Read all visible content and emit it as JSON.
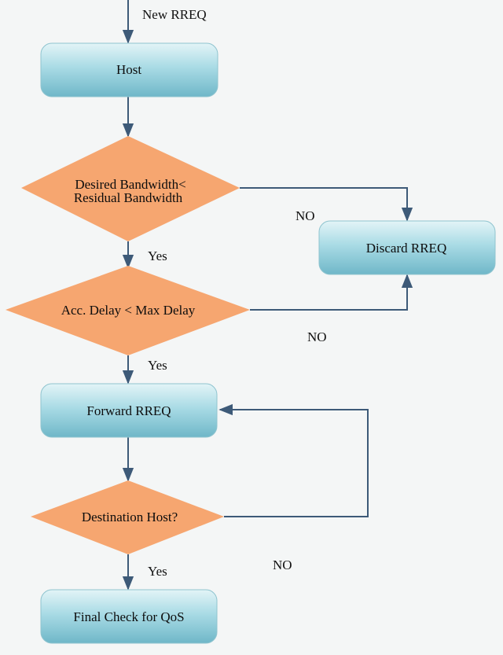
{
  "colors": {
    "process_fill_top": "#dff1f4",
    "process_fill_bottom": "#7fc3d2",
    "decision_fill": "#f6a670",
    "connector": "#3d5a78",
    "background": "#f4f6f6"
  },
  "entry_label": "New RREQ",
  "nodes": {
    "host": "Host",
    "decision_bandwidth_line1": "Desired Bandwidth<",
    "decision_bandwidth_line2": "Residual Bandwidth",
    "discard": "Discard RREQ",
    "decision_delay": "Acc. Delay < Max Delay",
    "forward": "Forward RREQ",
    "decision_destination": "Destination Host?",
    "final": "Final Check for QoS"
  },
  "edge_labels": {
    "bandwidth_no": "NO",
    "bandwidth_yes": "Yes",
    "delay_no": "NO",
    "delay_yes": "Yes",
    "destination_no": "NO",
    "destination_yes": "Yes"
  }
}
